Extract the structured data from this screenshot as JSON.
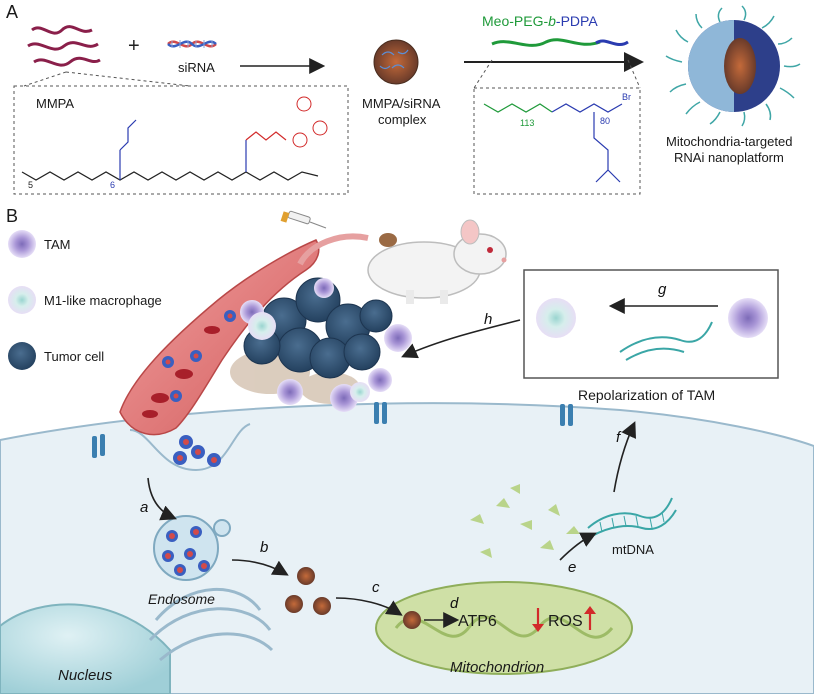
{
  "panels": {
    "a": "A",
    "b": "B"
  },
  "panel_a": {
    "mmpa": "MMPA",
    "plus": "+",
    "sirna": "siRNA",
    "complex_line1": "MMPA/siRNA",
    "complex_line2": "complex",
    "polymer_meo": "Meo-PEG-",
    "polymer_b": "b",
    "polymer_pdpa": "-PDPA",
    "nano_line1": "Mitochondria-targeted",
    "nano_line2": "RNAi nanoplatform",
    "sub_5": "5",
    "sub_6": "6",
    "sub_113": "113",
    "sub_80": "80",
    "br": "Br"
  },
  "legend": {
    "tam": "TAM",
    "m1": "M1-like macrophage",
    "tumor": "Tumor cell"
  },
  "panel_b": {
    "repolarization": "Repolarization of TAM",
    "endosome": "Endosome",
    "nucleus": "Nucleus",
    "mitochondrion": "Mitochondrion",
    "atp6": "ATP6",
    "ros": "ROS",
    "mtdna": "mtDNA"
  },
  "steps": {
    "a": "a",
    "b": "b",
    "c": "c",
    "d": "d",
    "e": "e",
    "f": "f",
    "g": "g",
    "h": "h"
  },
  "colors": {
    "peg": "#1f9a3a",
    "pdpa": "#2a3bb0",
    "tpp": "#d22a2a",
    "ros_arrow": "#d22a2a",
    "cell_bg": "#e8f1f6",
    "mito": "#cfe0a6"
  }
}
